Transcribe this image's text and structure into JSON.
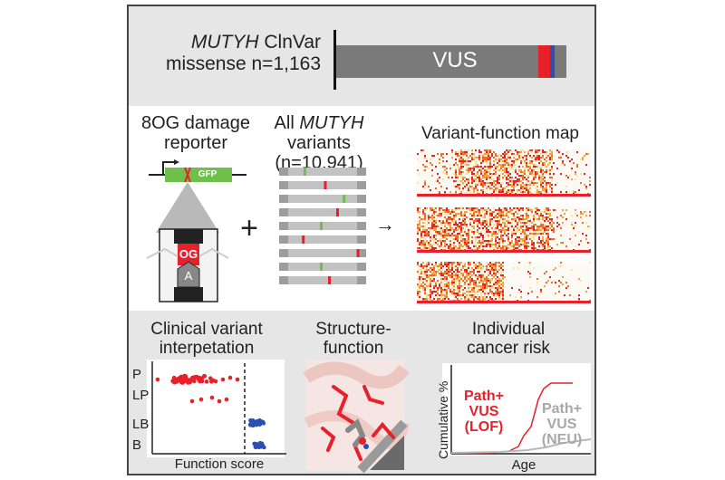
{
  "clinvar": {
    "gene": "MUTYH",
    "db": " ClnVar",
    "line2": "missense n=1,163",
    "bar_label": "VUS",
    "colors": {
      "vus": "#7a7a7a",
      "pathogenic": "#e8202a",
      "benign": "#2d4fb0"
    }
  },
  "reporter": {
    "title_line1": "8OG damage",
    "title_line2": "reporter",
    "gfp_label": "GFP",
    "og_label": "OG",
    "a_label": "A"
  },
  "plus_sign": "+",
  "arrow_sign": "→",
  "variants": {
    "line1": "All ",
    "gene": "MUTYH",
    "line2": "variants",
    "line3": "(n=10,941)"
  },
  "map": {
    "title": "Variant-function map"
  },
  "clinical": {
    "title_line1": "Clinical variant",
    "title_line2": "interpetation",
    "categories": [
      "P",
      "LP",
      "LB",
      "B"
    ],
    "xlabel": "Function score"
  },
  "structure": {
    "title_line1": "Structure-",
    "title_line2": "function"
  },
  "risk": {
    "title_line1": "Individual",
    "title_line2": "cancer risk",
    "ylabel": "Cumulative %",
    "xlabel": "Age",
    "lof_lines": [
      "Path+",
      "VUS",
      "(LOF)"
    ],
    "neu_lines": [
      "Path+",
      "VUS",
      "(NEU)"
    ]
  },
  "colors": {
    "red": "#e8202a",
    "green": "#6ec04b",
    "blue": "#2d4fb0",
    "gray": "#9a9a9a"
  }
}
